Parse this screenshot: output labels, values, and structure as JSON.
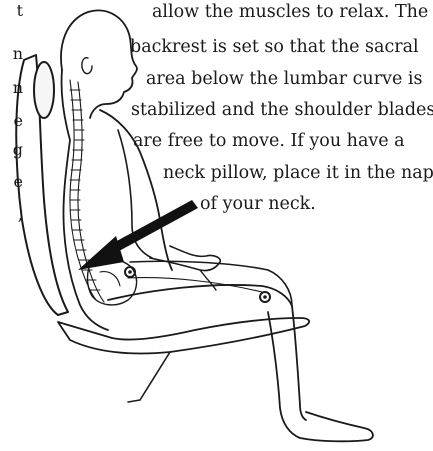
{
  "left_column_fragments": [
    "t",
    "n",
    "n",
    "e",
    "g",
    "e",
    ","
  ],
  "right_text_lines": [
    "allow the muscles to relax.  The",
    "backrest is set so that the sacral",
    "area below the lumbar curve is",
    "stabilized and the shoulder blades",
    "are free to move.  If you have a",
    "neck pillow, place it in the nape",
    "of your neck."
  ]
}
